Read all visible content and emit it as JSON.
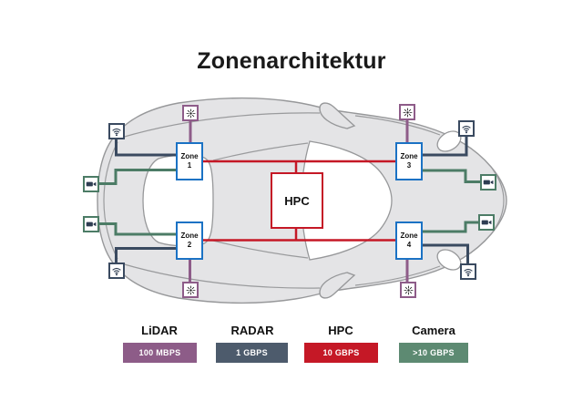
{
  "title": "Zonenarchitektur",
  "diagram": {
    "hpc_label": "HPC",
    "zones": [
      {
        "label": "Zone",
        "number": "1"
      },
      {
        "label": "Zone",
        "number": "2"
      },
      {
        "label": "Zone",
        "number": "3"
      },
      {
        "label": "Zone",
        "number": "4"
      }
    ],
    "connections": [
      {
        "from": "lidar-top-left",
        "to": "zone-1",
        "type": "LiDAR"
      },
      {
        "from": "radar-top-left",
        "to": "zone-1",
        "type": "RADAR"
      },
      {
        "from": "camera-left-upper",
        "to": "zone-1",
        "type": "Camera"
      },
      {
        "from": "camera-left-lower",
        "to": "zone-2",
        "type": "Camera"
      },
      {
        "from": "radar-bottom-left",
        "to": "zone-2",
        "type": "RADAR"
      },
      {
        "from": "lidar-bottom-left",
        "to": "zone-2",
        "type": "LiDAR"
      },
      {
        "from": "lidar-top-right",
        "to": "zone-3",
        "type": "LiDAR"
      },
      {
        "from": "radar-top-right",
        "to": "zone-3",
        "type": "RADAR"
      },
      {
        "from": "camera-right-upper",
        "to": "zone-3",
        "type": "Camera"
      },
      {
        "from": "camera-right-lower",
        "to": "zone-4",
        "type": "Camera"
      },
      {
        "from": "radar-bottom-right",
        "to": "zone-4",
        "type": "RADAR"
      },
      {
        "from": "lidar-bottom-right",
        "to": "zone-4",
        "type": "LiDAR"
      },
      {
        "from": "zone-1",
        "to": "zone-3",
        "type": "HPC"
      },
      {
        "from": "zone-2",
        "to": "zone-4",
        "type": "HPC"
      },
      {
        "from": "hpc",
        "to": "zone-1-zone-3-bus",
        "type": "HPC"
      },
      {
        "from": "hpc",
        "to": "zone-2-zone-4-bus",
        "type": "HPC"
      }
    ]
  },
  "legend": {
    "items": [
      {
        "name": "LiDAR",
        "bandwidth": "100 MBPS",
        "color": "#8d5c88"
      },
      {
        "name": "RADAR",
        "bandwidth": "1 GBPS",
        "color": "#4d5b6c"
      },
      {
        "name": "HPC",
        "bandwidth": "10 GBPS",
        "color": "#c51826"
      },
      {
        "name": "Camera",
        "bandwidth": ">10 GBPS",
        "color": "#5d8a72"
      }
    ]
  },
  "colors": {
    "zone_border": "#1b72c4",
    "hpc_border": "#c51826",
    "lidar_line": "#8e5c89",
    "radar_line": "#3a4a60",
    "camera_line": "#4c7c66",
    "backbone_line": "#c51826",
    "car_body": "#e4e4e6",
    "car_outline": "#97989a"
  }
}
